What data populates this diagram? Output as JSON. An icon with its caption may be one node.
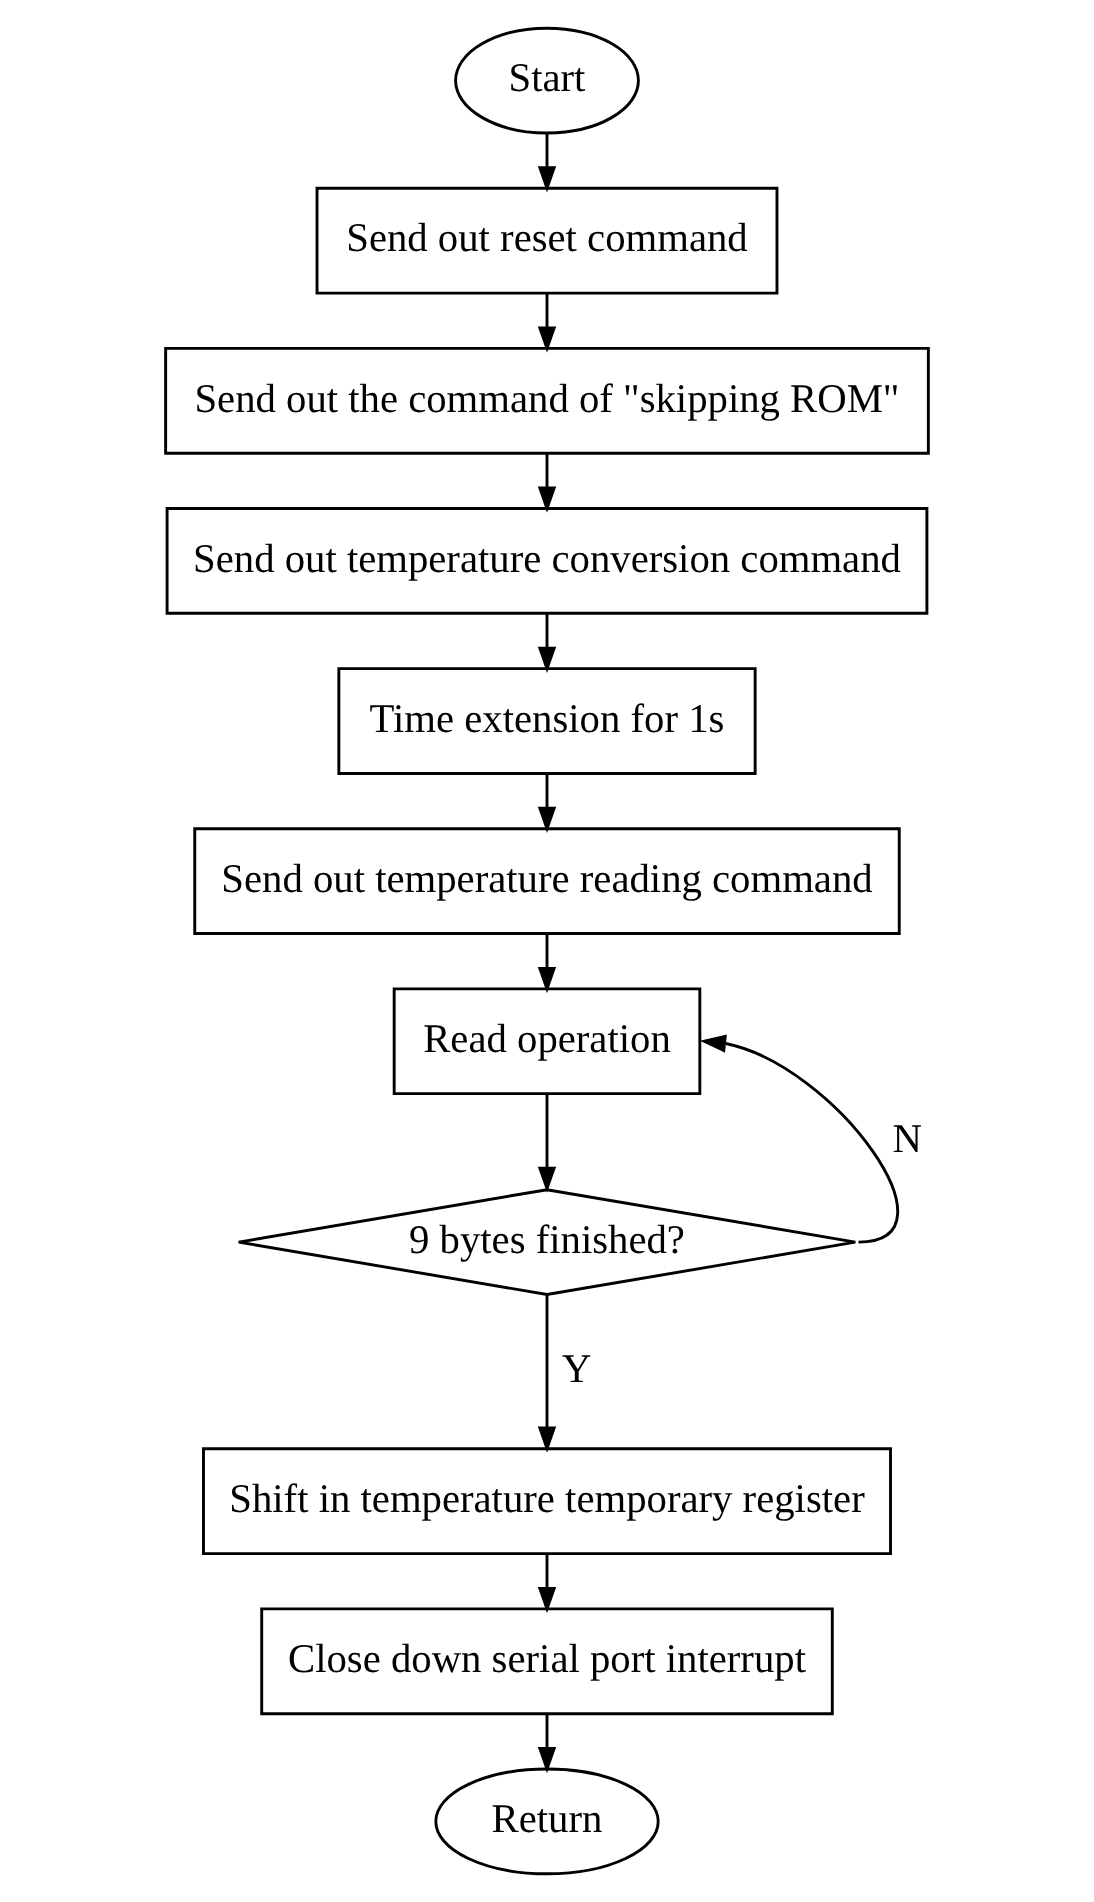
{
  "diagram": {
    "nodes": [
      {
        "text": [
          "Start"
        ]
      },
      {
        "text": [
          "Send out reset command"
        ]
      },
      {
        "text": [
          "Send out the command of \"skipping ROM\""
        ]
      },
      {
        "text": [
          "Send out temperature conversion command"
        ]
      },
      {
        "text": [
          "Time extension for 1s"
        ]
      },
      {
        "text": [
          "Send out temperature reading command"
        ]
      },
      {
        "text": [
          "Read operation"
        ]
      },
      {
        "text": [
          "9 bytes finished?"
        ]
      },
      {
        "text": [
          "Shift in temperature temporary register"
        ]
      },
      {
        "text": [
          "Close down serial port interrupt"
        ]
      },
      {
        "text": [
          "Return"
        ]
      }
    ],
    "edges": [
      {
        "from": 0,
        "to": 1,
        "arrow": "to"
      },
      {
        "from": 1,
        "to": 2,
        "arrow": "to"
      },
      {
        "from": 2,
        "to": 3,
        "arrow": "to"
      },
      {
        "from": 3,
        "to": 4,
        "arrow": "to"
      },
      {
        "from": 4,
        "to": 5,
        "arrow": "to"
      },
      {
        "from": 5,
        "to": 6,
        "arrow": "to"
      },
      {
        "from": 6,
        "to": 7,
        "arrow": "to"
      },
      {
        "from": 7,
        "to": 6,
        "arrow": "to",
        "label": "N"
      },
      {
        "from": 7,
        "to": 8,
        "arrow": "to",
        "label": "Y"
      },
      {
        "from": 8,
        "to": 9,
        "arrow": "to"
      },
      {
        "from": 9,
        "to": 10,
        "arrow": "to"
      }
    ]
  }
}
